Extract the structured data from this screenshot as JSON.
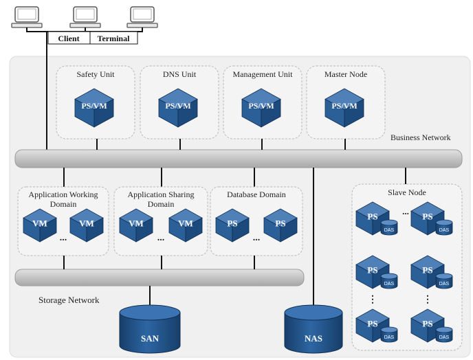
{
  "client_terminal": {
    "left_label": "Client",
    "right_label": "Terminal"
  },
  "top_units": [
    {
      "title": "Safety Unit",
      "node": "PS/VM"
    },
    {
      "title": "DNS Unit",
      "node": "PS/VM"
    },
    {
      "title": "Management Unit",
      "node": "PS/VM"
    },
    {
      "title": "Master Node",
      "node": "PS/VM"
    }
  ],
  "business_network": "Business Network",
  "domains": [
    {
      "title": "Application Working Domain",
      "nodes": [
        "VM",
        "VM"
      ],
      "ellipsis": "..."
    },
    {
      "title": "Application Sharing Domain",
      "nodes": [
        "VM",
        "VM"
      ],
      "ellipsis": "..."
    },
    {
      "title": "Database Domain",
      "nodes": [
        "PS",
        "PS"
      ],
      "ellipsis": "..."
    }
  ],
  "slave_node": {
    "title": "Slave Node",
    "node": "PS",
    "disk": "DAS",
    "row_ellipsis": "...",
    "col_ellipsis": "⋮"
  },
  "storage_network": "Storage Network",
  "san": "SAN",
  "nas": "NAS",
  "colors": {
    "cube_dark": "#1d4a7c",
    "cube_mid": "#2b5f98",
    "cube_light": "#4f80b8",
    "bar": "#c6c6c6",
    "panel": "#eeeeee"
  }
}
